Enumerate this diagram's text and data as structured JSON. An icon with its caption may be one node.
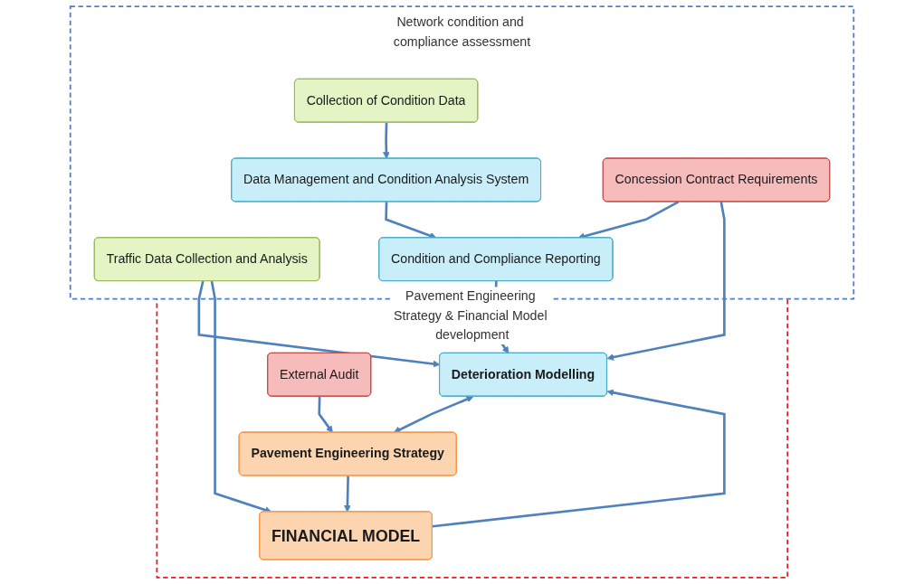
{
  "diagram": {
    "nodes": [
      {
        "text": [
          "Network condition and compliance assessment"
        ]
      },
      {
        "text": [
          "Collection of Condition Data"
        ],
        "in": 0
      },
      {
        "text": [
          "Data Management and Condition Analysis System"
        ],
        "in": 0
      },
      {
        "text": [
          "Traffic Data Collection and Analysis"
        ],
        "in": 0
      },
      {
        "text": [
          "Condition and Compliance Reporting"
        ],
        "in": 0
      },
      {
        "text": [
          "Concession Contract Requirements"
        ],
        "in": 0
      },
      {
        "text": [
          "Pavement Engineering Strategy & Financial Model development"
        ]
      },
      {
        "text": [
          "Deterioration Modelling"
        ],
        "in": 6
      },
      {
        "text": [
          "Pavement Engineering Strategy"
        ],
        "in": 6
      },
      {
        "text": [
          "External Audit"
        ],
        "in": 6
      },
      {
        "text": [
          "FINANCIAL MODEL"
        ],
        "in": 6
      }
    ],
    "edges": [
      {
        "from": 1,
        "to": 2,
        "arrow": "to"
      },
      {
        "from": 2,
        "to": 4,
        "arrow": "to"
      },
      {
        "from": 5,
        "to": 4,
        "arrow": "to"
      },
      {
        "from": 4,
        "to": 7,
        "arrow": "to"
      },
      {
        "from": 3,
        "to": 7,
        "arrow": "to"
      },
      {
        "from": 3,
        "to": 10,
        "arrow": "to"
      },
      {
        "from": 10,
        "to": 7,
        "arrow": "to"
      },
      {
        "from": 5,
        "to": 7,
        "arrow": "to"
      },
      {
        "from": 7,
        "to": 8,
        "arrow": "both"
      },
      {
        "from": 9,
        "to": 8,
        "arrow": "to"
      },
      {
        "from": 8,
        "to": 10,
        "arrow": "to"
      }
    ]
  }
}
